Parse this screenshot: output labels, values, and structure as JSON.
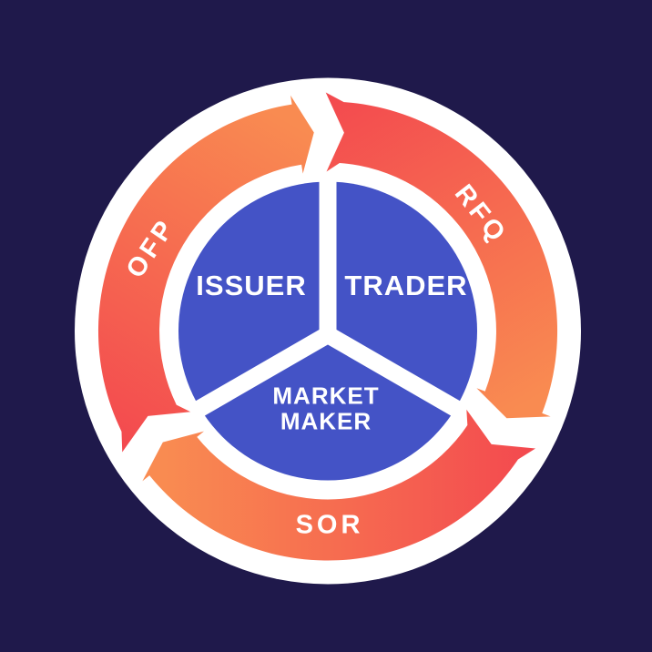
{
  "colors": {
    "background": "#1f194b",
    "outer_circle": "#ffffff",
    "hub_circle": "#4453c6",
    "divider": "#ffffff",
    "arrow_tail_red": "#f3494f",
    "arrow_head_orange": "#f98b51",
    "label_text": "#ffffff"
  },
  "cycle": {
    "direction": "clockwise",
    "stages": [
      {
        "label": "RFQ"
      },
      {
        "label": "SOR"
      },
      {
        "label": "OFP"
      }
    ]
  },
  "hub": {
    "segments": [
      {
        "label": "ISSUER"
      },
      {
        "label": "TRADER"
      },
      {
        "label": "MARKET MAKER",
        "line1": "MARKET",
        "line2": "MAKER"
      }
    ]
  }
}
